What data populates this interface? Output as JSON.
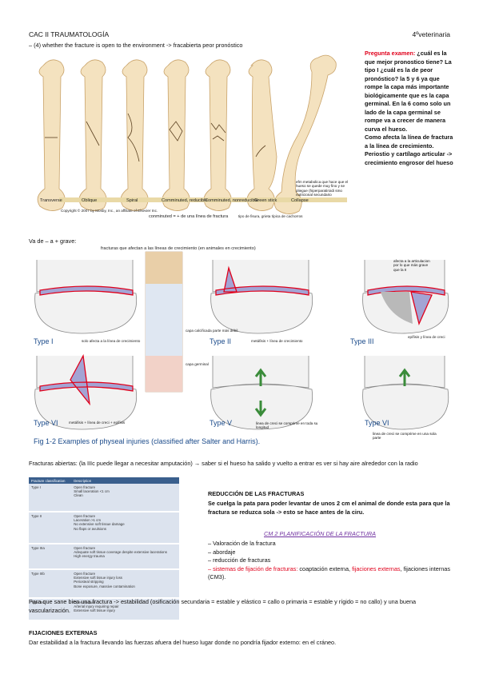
{
  "header": {
    "left": "CAC II TRAUMATOLOGÍA",
    "right": "4ºveterinaria"
  },
  "intro": "– (4) whether the fracture is open to the environment -> fracabierta peor pronóstico",
  "bone_figure": {
    "labels": [
      "Transverse",
      "Oblique",
      "Spiral",
      "Comminuted, reducible",
      "Comminuted, nonreducible",
      "Green stick",
      "Collapse"
    ],
    "copyright": "Copyright © 2007 by Mosby, Inc., an affiliate of Elsevier Inc.",
    "note_conminuted": "conminuted = + de una línea de fractura",
    "note_green": "tipo de fisura, grieta típica de cachorros",
    "note_collapse": "efm metabolica que hace que el hueso se quede muy fino y se pliegue (hiperparatiroidi smo nutricional secundario"
  },
  "side_note": {
    "question_label": "Pregunta examen:",
    "question_text": " ¿cuál es la que mejor pronostico tiene? La tipo I ¿cuál es la de peor pronóstico? la 5 y 6 ya que rompe la capa más importante biológicamente que es la capa germinal. En la 6 como solo un lado de la capa germinal se rompe va a crecer de manera curva el hueso.",
    "line2": "Como afecta la línea de fractura a la línea de crecimiento.",
    "line3": "Periostio y cartílago articular -> crecimiento engrosor del hueso"
  },
  "scale_label": "Va de – a + grave:",
  "physeal": {
    "top_caption": "fracturas que afectan a las líneas de crecimiento (en animales en crecimiento)",
    "type1": "Type I",
    "type1_note": "solo afecta a la línea de crecimiento",
    "type2": "Type II",
    "type2_note": "metáfisis + línea de crecimiento",
    "type3": "Type III",
    "type3_note_top": "afecta a la articulacion por lo que más grave que la II",
    "type3_note": "epífisis y línea de creci",
    "type4": "Type VI",
    "type4_note": "metáfisis + línea de creci + epífisis",
    "type5": "Type V",
    "type5_note": "linea de creci se comprime en toda su longitud",
    "type6": "Type VI",
    "type6_note": "linea de creci se comprime en una sola parte",
    "capa_calc": "capa calcificada parte más débil",
    "capa_germ": "capa germinal",
    "caption": "Fig 1-2   Examples of physeal injuries (classified after Salter and Harris)."
  },
  "open_fx": {
    "text": "Fracturas abiertas: (la IIIc puede llegar a necesitar amputación) → saber si el hueso ha salido y vuelto a entrar es ver si hay aire alrededor con la radio",
    "table_headers": [
      "Fracture classification",
      "Description"
    ],
    "table_rows": [
      {
        "type": "Type I",
        "desc": "Open fracture\nSmall laceration <1 cm\nClean"
      },
      {
        "type": "Type II",
        "desc": "Open fracture\nLaceration >1 cm\nNo extensive soft tissue damage\nNo flaps or avulsions"
      },
      {
        "type": "Type IIIa",
        "desc": "Open fracture\nAdequate soft tissue coverage despite extensive lacerations\nHigh energy trauma"
      },
      {
        "type": "Type IIIb",
        "desc": "Open fracture\nExtensive soft tissue injury loss\nPeriosteal stripping\nBone exposure, massive contamination"
      },
      {
        "type": "Type IIIc",
        "desc": "Open fracture\nArterial injury requiring repair\nExtensive soft tissue injury"
      }
    ]
  },
  "reduccion": {
    "title": "REDUCCIÓN DE LAS FRACTURAS",
    "text": "Se cuelga la pata para poder levantar de unos 2 cm el animal de donde esta para que la fractura se reduzca sola -> esto se hace antes de la ciru."
  },
  "cm2": {
    "title": "CM 2 PLANIFICACIÓN DE LA FRACTURA",
    "items": [
      "– Valoración de la fractura",
      "– abordaje",
      "– reducción de fracturas"
    ],
    "last_red": "– sistemas de fijación de fracturas:",
    "last_a": " coaptación externa, ",
    "last_red2": "fijaciones externas",
    "last_b": ", fijaciones internas (CM3)."
  },
  "estabilidad": "Para que sane bien una fractura -> estabilidad (osificación secundaria = estable y elástico = callo o primaria = estable y rígido = no callo) y una buena vascularización.",
  "fijaciones": {
    "title": "FIJACIONES EXTERNAS",
    "text": "Dar estabilidad a la fractura llevando las fuerzas afuera del hueso lugar donde no pondría fijador externo: en el cráneo."
  },
  "colors": {
    "red": "#e0001b",
    "purple": "#7030a0",
    "bone": "#f4e2bf",
    "blue_caption": "#1a4a8a"
  }
}
